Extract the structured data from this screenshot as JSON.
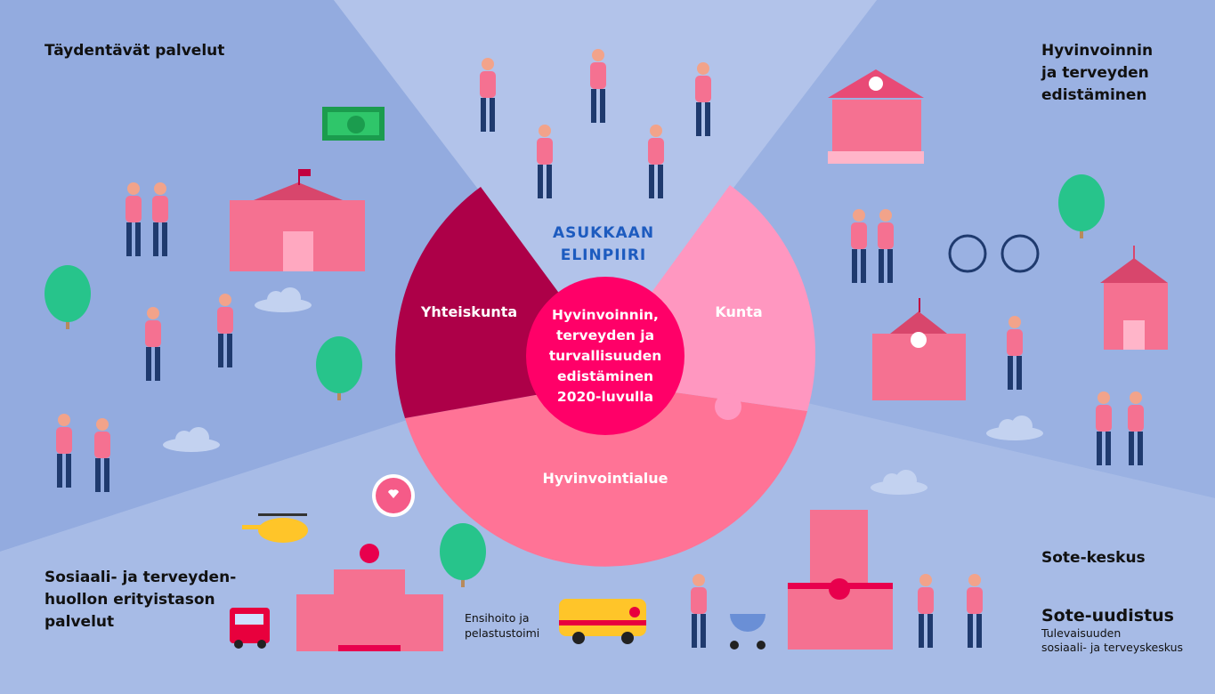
{
  "corners": {
    "top_left": "Täydentävät palvelut",
    "top_right": [
      "Hyvinvoinnin",
      "ja terveyden",
      "edistäminen"
    ],
    "bottom_left": [
      "Sosiaali- ja terveyden-",
      "huollon erityistason",
      "palvelut"
    ],
    "bottom_right": "Sote-keskus"
  },
  "top_section": [
    "ASUKKAAN",
    "ELINPIIRI"
  ],
  "wheel": {
    "left": "Yhteiskunta",
    "right": "Kunta",
    "bottom": "Hyvinvointialue",
    "center": [
      "Hyvinvoinnin,",
      "terveyden ja",
      "turvallisuuden",
      "edistäminen",
      "2020-luvulla"
    ]
  },
  "emergency_label": [
    "Ensihoito ja",
    "pelastustoimi"
  ],
  "brand": {
    "title": "Sote-uudistus",
    "subtitle": [
      "Tulevaisuuden",
      "sosiaali- ja terveyskeskus"
    ]
  },
  "colors": {
    "yhteiskunta": "#ad0048",
    "kunta": "#ff97c0",
    "hyvinvointialue": "#ff7396",
    "center": "#ff0068",
    "building": "#f57191",
    "tree": "#27c48b",
    "title_blue": "#1d5bbf"
  }
}
